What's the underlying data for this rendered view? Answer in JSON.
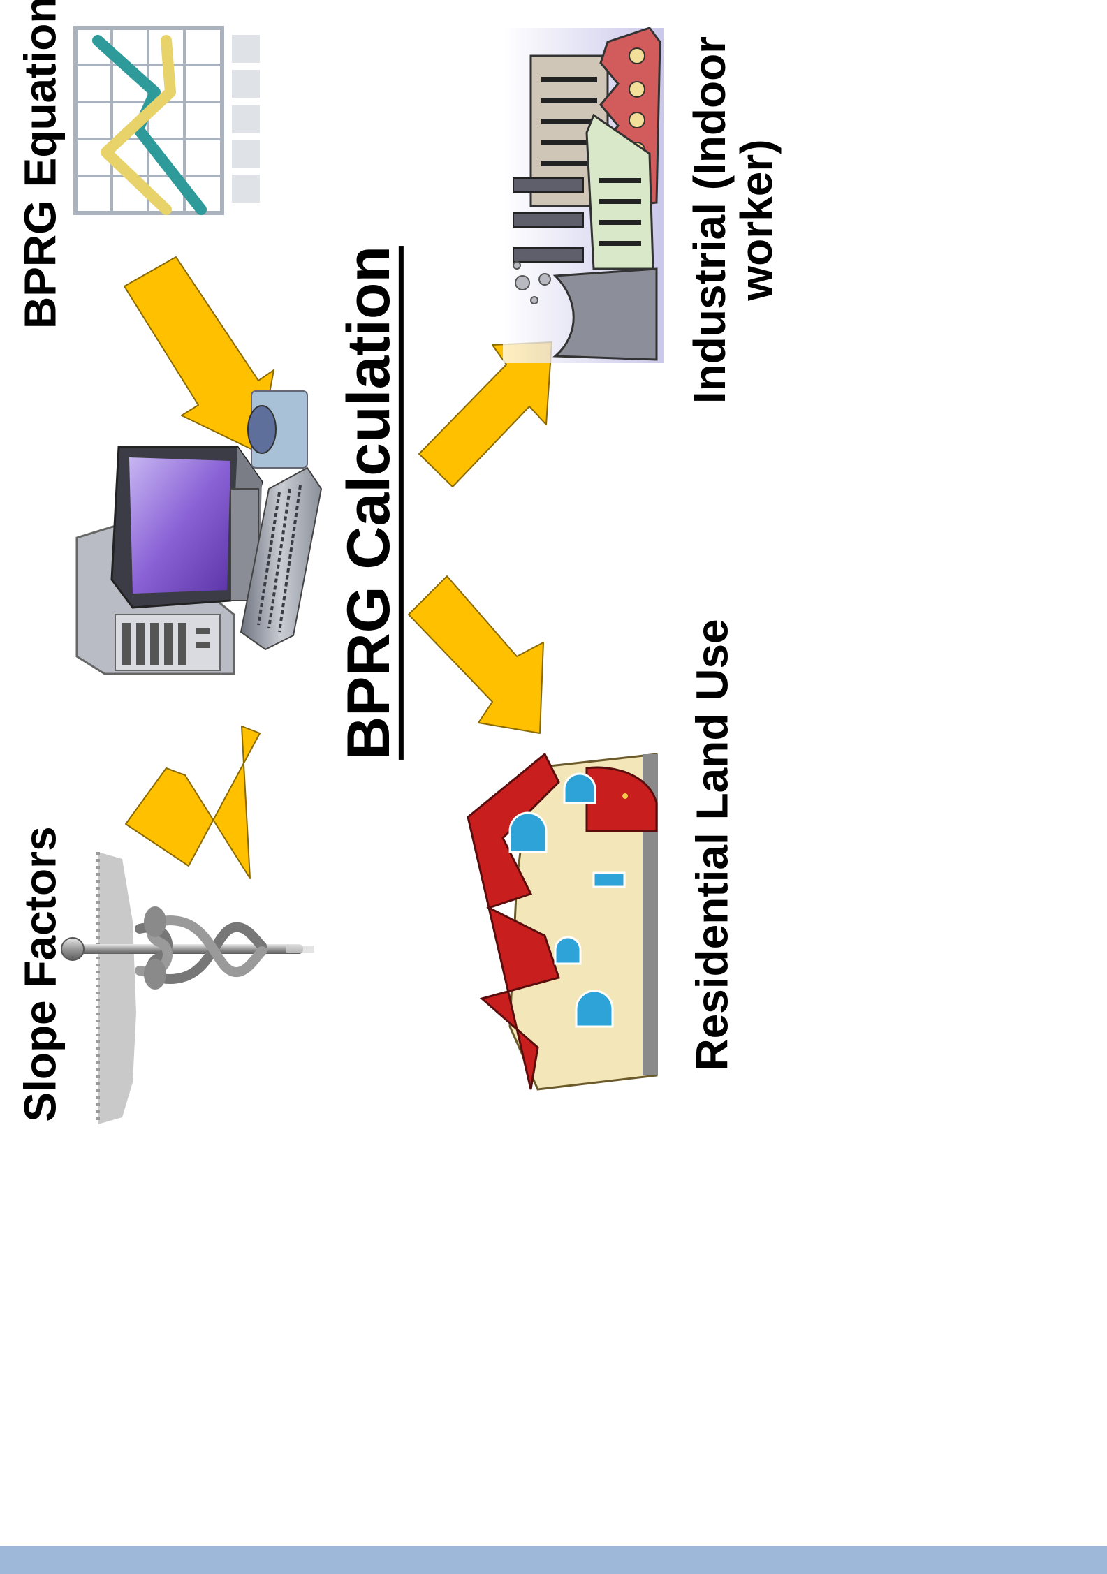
{
  "diagram": {
    "center_label": "BPRG Calculation",
    "inputs": [
      {
        "label": "Slope Factors",
        "icon": "caduceus-icon"
      },
      {
        "label": "BPRG Equations",
        "icon": "line-chart-icon"
      }
    ],
    "outputs": [
      {
        "label": "Residential Land Use",
        "icon": "house-icon"
      },
      {
        "label": "Industrial (Indoor\nworker)",
        "icon": "factory-icon"
      }
    ],
    "process_icon": "computer-icon",
    "arrow_color": "#FFC000",
    "bar_color": "#9EB8D9"
  }
}
